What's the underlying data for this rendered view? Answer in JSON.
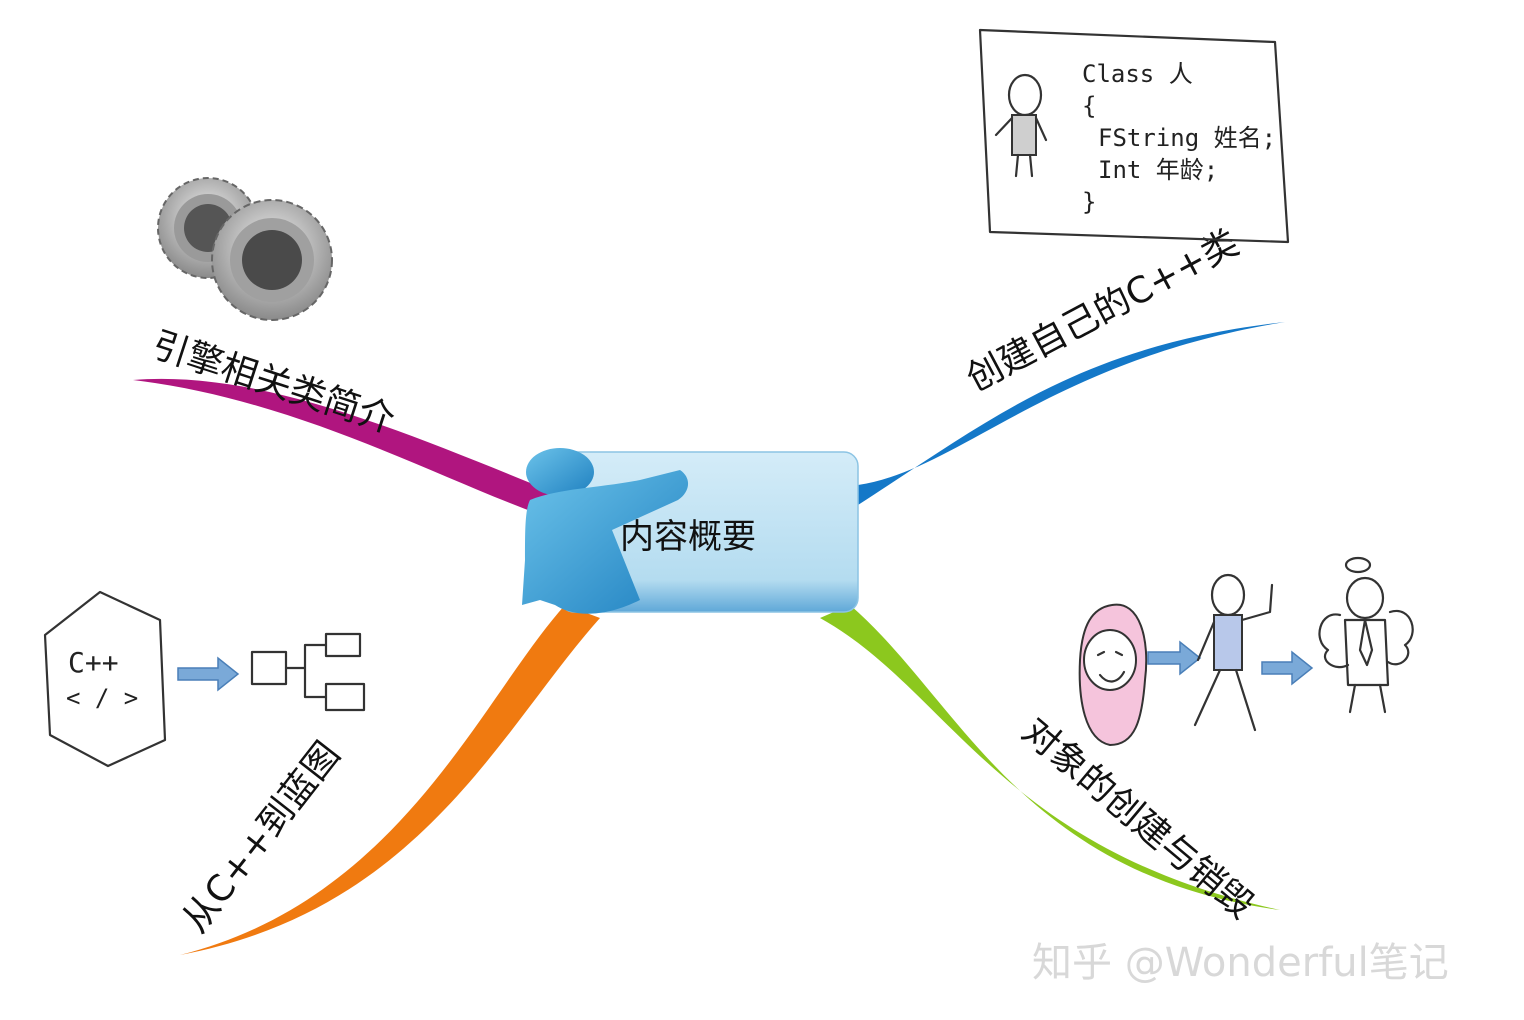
{
  "center": {
    "label": "内容概要"
  },
  "branches": {
    "top_left": {
      "label": "引擎相关类简介",
      "color": "#b0157f"
    },
    "top_right": {
      "label": "创建自己的C++类",
      "color": "#1478c8"
    },
    "bottom_left": {
      "label": "从C++到蓝图",
      "color": "#f07a10"
    },
    "bottom_right": {
      "label": "对象的创建与销毁",
      "color": "#8cc81e"
    }
  },
  "class_sketch": {
    "lines": [
      "Class 人",
      "{",
      "FString 姓名;",
      "Int 年龄;",
      "}"
    ]
  },
  "cpp_sketch": {
    "line1": "C++",
    "line2": "< / >"
  },
  "watermark": "知乎 @Wonderful笔记",
  "icons": [
    "gears-icon",
    "person-pointer-icon",
    "stick-figure-icon",
    "blueprint-nodes-icon",
    "arrow-icon",
    "baby-icon",
    "walking-figure-icon",
    "angel-figure-icon"
  ]
}
